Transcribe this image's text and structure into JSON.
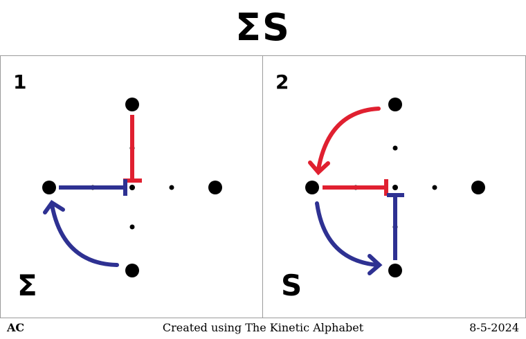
{
  "title": "ΣS",
  "panels": [
    {
      "number": "1",
      "letter": "Σ"
    },
    {
      "number": "2",
      "letter": "S"
    }
  ],
  "footer": {
    "left": "AC",
    "center": "Created using The Kinetic Alphabet",
    "right": "8-5-2024"
  },
  "colors": {
    "red": "#e02030",
    "blue": "#2e3192",
    "dot": "#000000"
  }
}
